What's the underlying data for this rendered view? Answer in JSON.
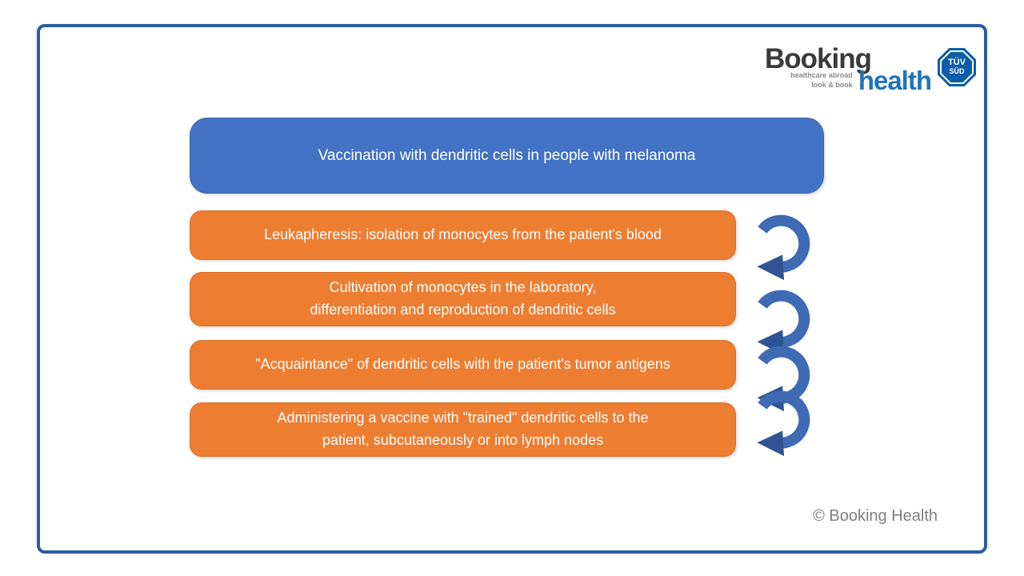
{
  "logo": {
    "word1": "Booking",
    "word2": "health",
    "tagline_line1": "healthcare abroad",
    "tagline_line2": "look & book",
    "badge_line1": "TÜV",
    "badge_line2": "SÜD"
  },
  "diagram": {
    "title": "Vaccination with dendritic cells in people with melanoma",
    "steps": [
      {
        "text": "Leukapheresis: isolation of monocytes from the patient's blood"
      },
      {
        "text": "Cultivation of monocytes in the laboratory,\ndifferentiation and reproduction of dendritic cells"
      },
      {
        "text": "\"Acquaintance\" of dendritic cells with the patient's tumor antigens"
      },
      {
        "text": "Administering a vaccine with \"trained\" dendritic cells to the\npatient, subcutaneously or into lymph nodes"
      }
    ]
  },
  "colors": {
    "border": "#2E5CA6",
    "title_box": "#4472C4",
    "step_box": "#ED7D31",
    "arrow_body": "#3E6BB3",
    "arrow_head": "#2E5493",
    "badge": "#0B5DA9"
  },
  "footer": {
    "copyright": "© Booking Health"
  }
}
